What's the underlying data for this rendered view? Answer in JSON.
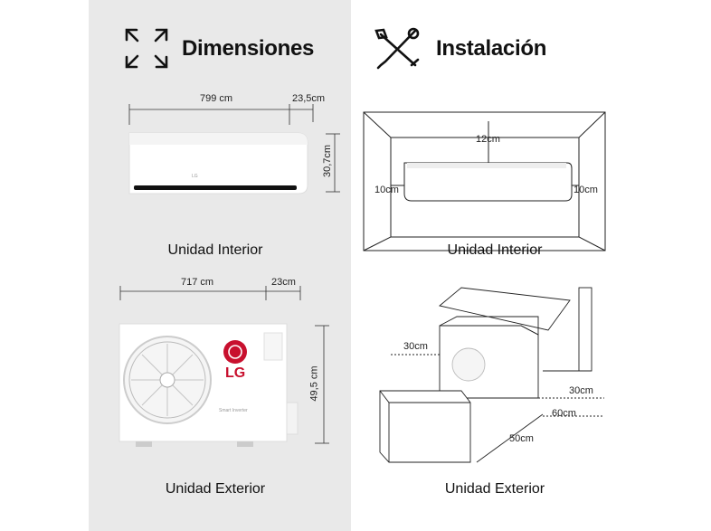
{
  "sections": {
    "dimensions": {
      "title": "Dimensiones",
      "icon": "expand-arrows-icon"
    },
    "installation": {
      "title": "Instalación",
      "icon": "tools-icon"
    }
  },
  "dimensions": {
    "indoor": {
      "width": "799 cm",
      "depth": "23,5cm",
      "height": "30,7cm",
      "caption": "Unidad Interior"
    },
    "outdoor": {
      "width": "717 cm",
      "depth": "23cm",
      "height": "49,5 cm",
      "caption": "Unidad Exterior",
      "brand": "LG",
      "model_text": "Smart Inverter"
    }
  },
  "installation": {
    "indoor": {
      "top": "12cm",
      "left": "10cm",
      "right": "10cm",
      "caption": "Unidad Interior"
    },
    "outdoor": {
      "back": "30cm",
      "side": "30cm",
      "side2": "60cm",
      "front": "50cm",
      "caption": "Unidad Exterior"
    }
  }
}
